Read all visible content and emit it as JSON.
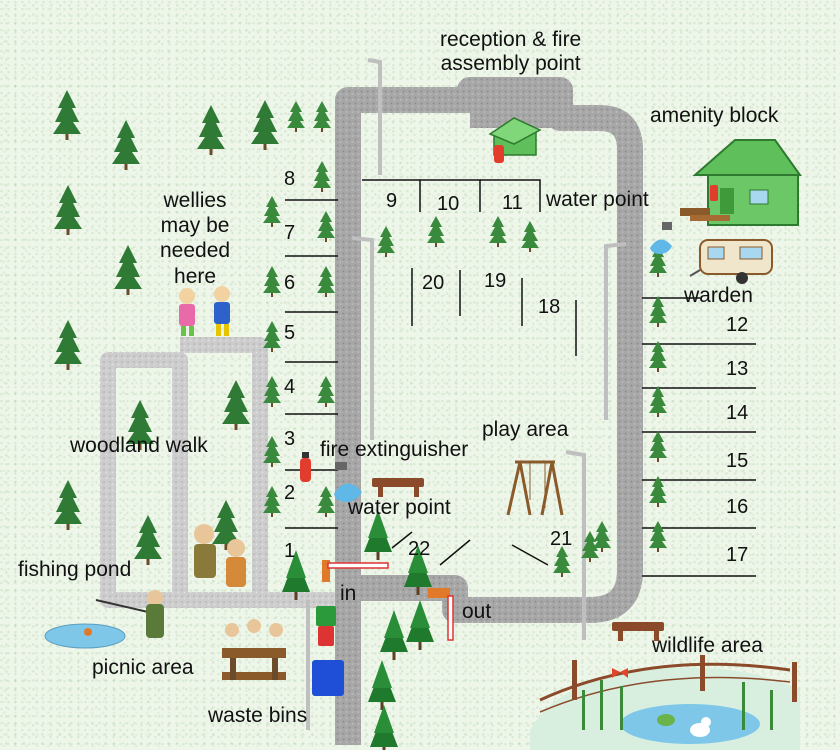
{
  "labels": {
    "reception": "reception & fire\nassembly point",
    "amenity": "amenity block",
    "water_point_top": "water point",
    "warden": "warden",
    "wellies": "wellies\nmay be\nneeded\nhere",
    "woodland": "woodland walk",
    "fire_ext": "fire extinguisher",
    "play": "play area",
    "water_point_mid": "water point",
    "fishing": "fishing pond",
    "in": "in",
    "out": "out",
    "picnic": "picnic area",
    "waste": "waste bins",
    "wildlife": "wildlife area"
  },
  "pitches": {
    "p1": "1",
    "p2": "2",
    "p3": "3",
    "p4": "4",
    "p5": "5",
    "p6": "6",
    "p7": "7",
    "p8": "8",
    "p9": "9",
    "p10": "10",
    "p11": "11",
    "p12": "12",
    "p13": "13",
    "p14": "14",
    "p15": "15",
    "p16": "16",
    "p17": "17",
    "p18": "18",
    "p19": "19",
    "p20": "20",
    "p21": "21",
    "p22": "22"
  },
  "colors": {
    "road": "#a9a9a9",
    "path": "#c9c9c9",
    "tree": "#2f7a35",
    "trunk": "#6b4b2a",
    "building": "#5fbf5a",
    "water": "#7fc7e8",
    "barrier": "#e07a2a"
  }
}
